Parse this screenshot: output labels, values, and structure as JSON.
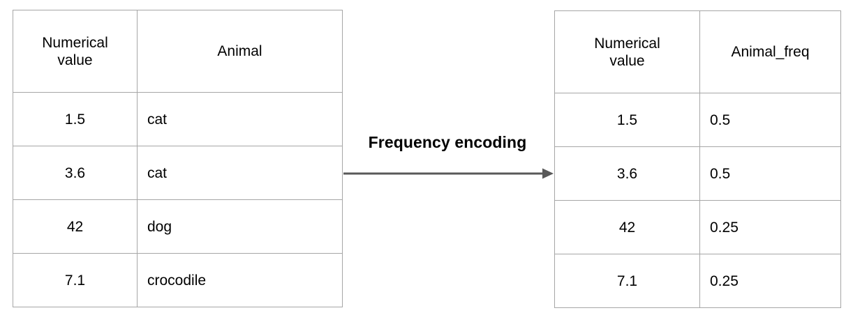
{
  "diagram": {
    "title_text": "Frequency encoding",
    "arrow": {
      "icon": "arrow-right-icon",
      "color": "#595959"
    },
    "border_color": "#a6a6a6",
    "background": "#ffffff",
    "text_color": "#000000"
  },
  "input_table": {
    "name": "input-table",
    "columns": [
      {
        "key": "numerical_value",
        "label": "Numerical\nvalue",
        "label_line1": "Numerical",
        "label_line2": "value",
        "align": "center"
      },
      {
        "key": "animal",
        "label": "Animal",
        "align": "left"
      }
    ],
    "rows": [
      {
        "numerical_value": "1.5",
        "animal": "cat"
      },
      {
        "numerical_value": "3.6",
        "animal": "cat"
      },
      {
        "numerical_value": "42",
        "animal": "dog"
      },
      {
        "numerical_value": "7.1",
        "animal": "crocodile"
      }
    ]
  },
  "output_table": {
    "name": "output-table",
    "columns": [
      {
        "key": "numerical_value",
        "label": "Numerical\nvalue",
        "label_line1": "Numerical",
        "label_line2": "value",
        "align": "center"
      },
      {
        "key": "animal_freq",
        "label": "Animal_freq",
        "align": "left"
      }
    ],
    "rows": [
      {
        "numerical_value": "1.5",
        "animal_freq": "0.5"
      },
      {
        "numerical_value": "3.6",
        "animal_freq": "0.5"
      },
      {
        "numerical_value": "42",
        "animal_freq": "0.25"
      },
      {
        "numerical_value": "7.1",
        "animal_freq": "0.25"
      }
    ]
  }
}
